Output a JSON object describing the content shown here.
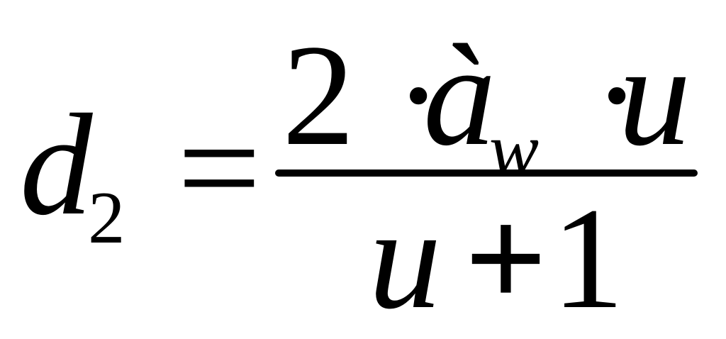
{
  "formula": {
    "lhs": {
      "variable": "d",
      "subscript": "2"
    },
    "equals": "=",
    "numerator": {
      "coefficient": "2",
      "dot_1": "·",
      "variable": "à",
      "variable_subscript": "w",
      "dot_2": "·",
      "variable_2": "u"
    },
    "denominator": {
      "variable": "u",
      "operator": "+",
      "constant": "1"
    }
  }
}
